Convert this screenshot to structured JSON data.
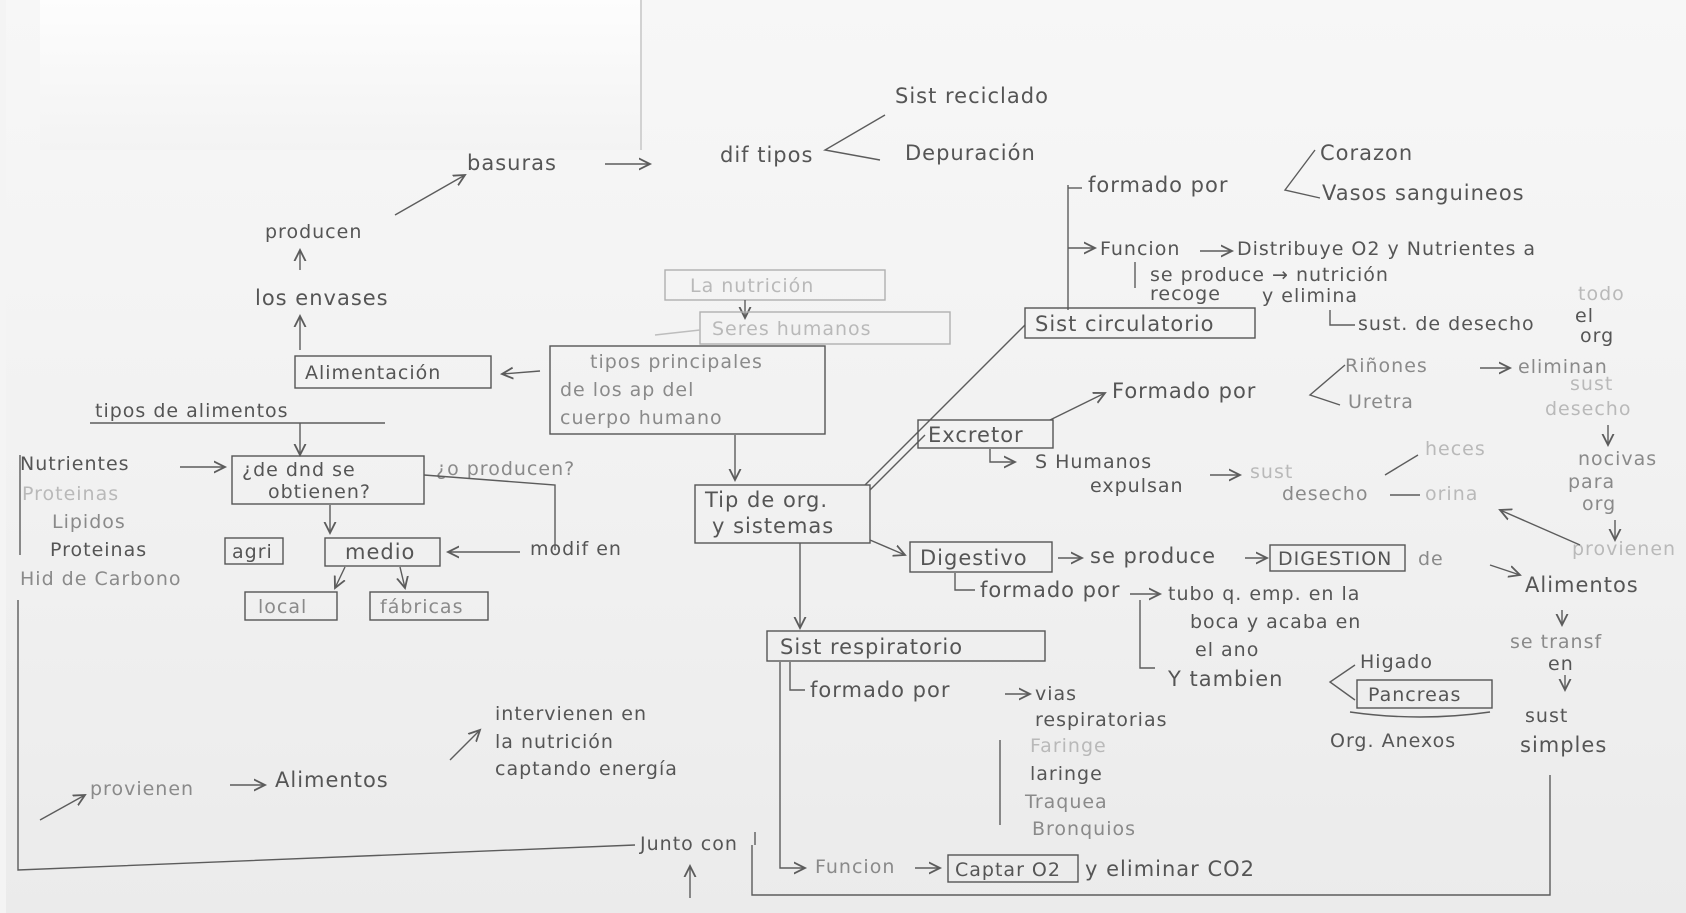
{
  "nodes": {
    "sist_reciclado": "Sist reciclado",
    "depuracion": "Depuración",
    "basuras": "basuras",
    "dif_tipos": "dif tipos",
    "producen": "producen",
    "los_envases": "los envases",
    "alimentacion": "Alimentación",
    "tipos_de_alimentos": "tipos de alimentos",
    "nutrientes": "Nutrientes",
    "proteinas_faint": "Proteinas",
    "lipidos": "Lipidos",
    "proteinas": "Proteinas",
    "hidratos": "Hid de Carbono",
    "agri": "agri",
    "de_donde": "¿de dnd se obtienen?",
    "de_donde_l1": "¿de dnd se",
    "de_donde_l2": "obtienen?",
    "como_producen": "¿o producen?",
    "modif_en": "modif en",
    "medio": "medio",
    "local": "local",
    "fabricas": "fábricas",
    "la_nutricion": "La nutrición",
    "seres_humanos": "Seres humanos",
    "tipos_principales_l1": "tipos principales",
    "tipos_principales_l2": "de los ap del",
    "tipos_principales_l3": "cuerpo humano",
    "tip_de_org_l1": "Tip de org.",
    "tip_de_org_l2": "y sistemas",
    "formado_por": "formado por",
    "corazon": "Corazon",
    "vasos": "Vasos sanguineos",
    "funcion": "Funcion",
    "distribuye": "Distribuye O2 y Nutrientes a",
    "se_produce_nutricion": "se produce → nutrición",
    "recoge": "recoge",
    "y_elimina": "y elimina",
    "sust_desecho": "sust. de desecho",
    "todo_el_org_l1": "todo",
    "todo_el_org_l2": "el",
    "todo_el_org_l3": "org",
    "sist_circulatorio": "Sist circulatorio",
    "rinones": "Riñones",
    "eliminan": "eliminan",
    "uretra": "Uretra",
    "formado_por_2": "Formado por",
    "sust_desecho_r1": "sust",
    "sust_desecho_r2": "desecho",
    "nocivas_l1": "nocivas",
    "nocivas_l2": "para",
    "nocivas_l3": "org",
    "excretor": "Excretor",
    "s_humanos_expulsan_l1": "S Humanos",
    "s_humanos_expulsan_l2": "expulsan",
    "sust_desecho_e1": "sust",
    "sust_desecho_e2": "desecho",
    "heces": "heces",
    "orina": "orina",
    "provienen": "provienen",
    "digestivo": "Digestivo",
    "se_produce": "se produce",
    "digestion": "DIGESTION",
    "de": "de",
    "alimentos_r": "Alimentos",
    "formado_por_3": "formado por",
    "tubo_l1": "tubo q. emp. en la",
    "tubo_l2": "boca y acaba en",
    "tubo_l3": "el ano",
    "y_tambien": "Y tambien",
    "higado": "Higado",
    "pancreas": "Pancreas",
    "org_anexos": "Org. Anexos",
    "se_transf": "se transf",
    "en": "en",
    "sust_simples_l1": "sust",
    "sust_simples_l2": "simples",
    "sist_respiratorio": "Sist respiratorio",
    "formado_por_4": "formado por",
    "vias_l1": "vias",
    "vias_l2": "respiratorias",
    "faringe": "Faringe",
    "laringe": "laringe",
    "traquea": "Traquea",
    "bronquios": "Bronquios",
    "funcion_2": "Funcion",
    "captar_o2": "Captar O2",
    "y_eliminar": "y eliminar CO2",
    "intervienen_l1": "intervienen en",
    "intervienen_l2": "la nutrición",
    "intervienen_l3": "captando energía",
    "provienen_2": "provienen",
    "alimentos_b": "Alimentos",
    "juntos_con": "Junto con"
  }
}
